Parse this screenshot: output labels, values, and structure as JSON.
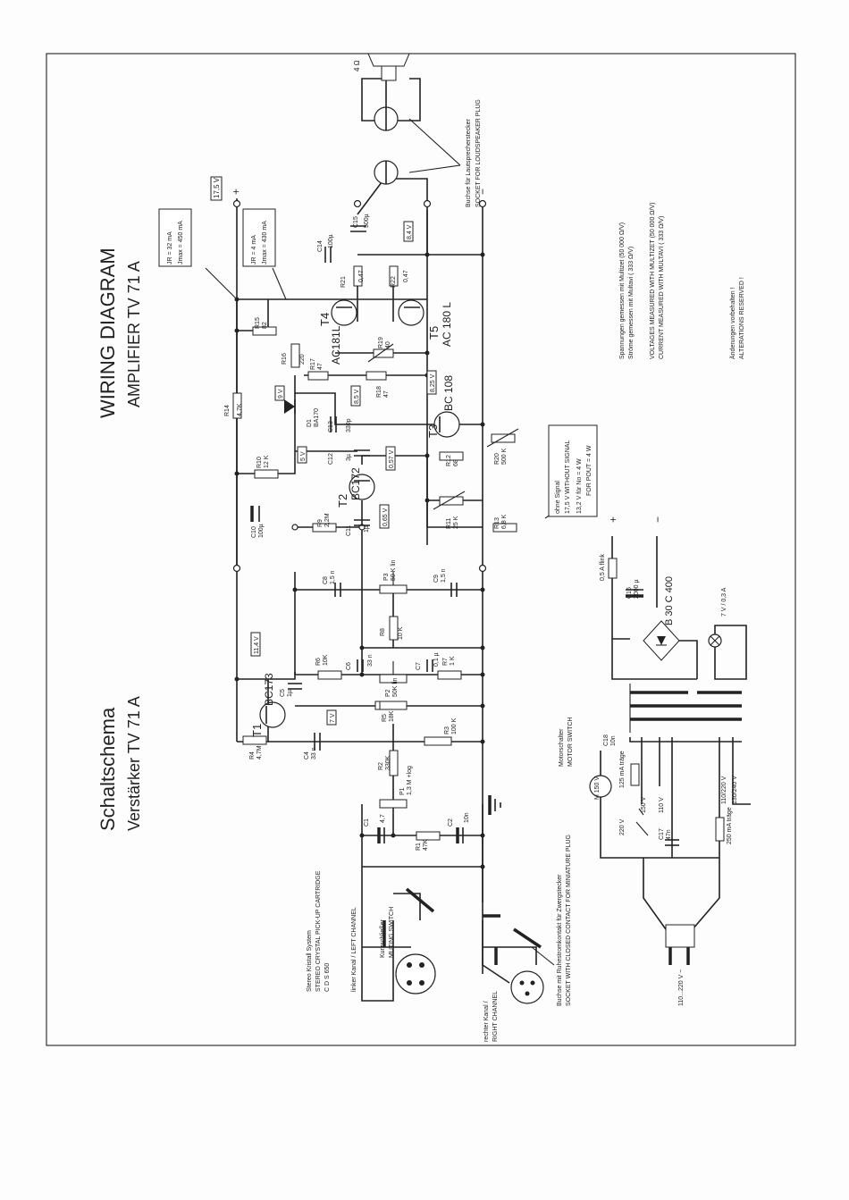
{
  "titles": {
    "de_title": "Schaltschema",
    "de_subtitle": "Verstärker TV 71 A",
    "en_title": "WIRING DIAGRAM",
    "en_subtitle": "AMPLIFIER TV 71 A"
  },
  "notes": {
    "measure_de_1": "Spannungen gemessen mit Multizet (50 000 Ω/V)",
    "measure_de_2": "Ströme gemessen mit Multavi ( 333 Ω/V)",
    "measure_en_1": "VOLTAGES MEASURED WITH MULTIZET (50 000 Ω/V)",
    "measure_en_2": "CURRENT MEASURED WITH MULTAVI ( 333 Ω/V)",
    "alter_de": "Änderungen vorbehalten !",
    "alter_en": "ALTERATIONS RESERVED !",
    "signal_1": "ohne Signal",
    "signal_2": "17,5 V WITHOUT SIGNAL",
    "signal_3": "13,2 V für No = 4 W",
    "signal_4": "FOR POUT = 4 W",
    "current_1a": "JR = 32 mA",
    "current_1b": "Jmax = 450 mA",
    "current_2a": "JR = 4 mA",
    "current_2b": "Jmax = 430 mA",
    "speaker_de": "Buchse für Lautsprecherstecker",
    "speaker_en": "SOCKET FOR LOUDSPEAKER PLUG",
    "speaker_ohm": "4 Ω",
    "input_1": "Stereo Kristall System",
    "input_2": "STEREO CRYSTAL PICK-UP CARTRIDGE",
    "input_3": "C D S 650",
    "left_channel": "linker Kanal / LEFT CHANNEL",
    "right_channel_1": "rechter Kanal /",
    "right_channel_2": "RIGHT CHANNEL",
    "muting_1": "Kurzschließer",
    "muting_2": "MUTING SWITCH",
    "socket_1": "Buchse mit Ruhestromkontakt für Zwergstecker",
    "socket_2": "SOCKET WITH CLOSED CONTACT FOR MINIATURE PLUG",
    "motor_1": "Motorschalter",
    "motor_2": "MOTOR SWITCH",
    "mains": "110...220 V ~"
  },
  "rail_labels": {
    "v_plus": "17,5 V",
    "plus": "+",
    "minus": "−",
    "supply_plus": "+",
    "supply_minus": "−"
  },
  "transistors": [
    {
      "ref": "T1",
      "type": "BC173"
    },
    {
      "ref": "T2",
      "type": "BC172"
    },
    {
      "ref": "T3",
      "type": "BC 108"
    },
    {
      "ref": "T4",
      "type": "AC181L"
    },
    {
      "ref": "T5",
      "type": "AC 180 L"
    }
  ],
  "components": [
    {
      "ref": "R4",
      "value": "4,7M"
    },
    {
      "ref": "C4",
      "value": "33 n"
    },
    {
      "ref": "C5",
      "value": "1µ"
    },
    {
      "ref": "R5",
      "value": "18K"
    },
    {
      "ref": "R3",
      "value": "100 K"
    },
    {
      "ref": "R2",
      "value": "330K"
    },
    {
      "ref": "P1",
      "value": "1,3 M +log"
    },
    {
      "ref": "C1",
      "value": "4,7"
    },
    {
      "ref": "R1",
      "value": "47K"
    },
    {
      "ref": "C2",
      "value": "10n"
    },
    {
      "ref": "R6",
      "value": "10K"
    },
    {
      "ref": "C6",
      "value": "33 n"
    },
    {
      "ref": "P2",
      "value": "50K lin"
    },
    {
      "ref": "C7",
      "value": "0,1 µ"
    },
    {
      "ref": "R7",
      "value": "1 K"
    },
    {
      "ref": "R8",
      "value": "10 K"
    },
    {
      "ref": "C8",
      "value": "1,5 n"
    },
    {
      "ref": "P3",
      "value": "50 K lin"
    },
    {
      "ref": "C9",
      "value": "1,5 n"
    },
    {
      "ref": "C10",
      "value": "100µ"
    },
    {
      "ref": "R9",
      "value": "2,2M"
    },
    {
      "ref": "C11",
      "value": "1µ"
    },
    {
      "ref": "R10",
      "value": "12 K"
    },
    {
      "ref": "C12",
      "value": "3µ"
    },
    {
      "ref": "R11",
      "value": "25 K"
    },
    {
      "ref": "R12",
      "value": "68"
    },
    {
      "ref": "R13",
      "value": "6,8 K"
    },
    {
      "ref": "R20",
      "value": "500 K"
    },
    {
      "ref": "R14",
      "value": "4,7K"
    },
    {
      "ref": "D1",
      "value": "BA170"
    },
    {
      "ref": "C13",
      "value": "330p"
    },
    {
      "ref": "R16",
      "value": "220"
    },
    {
      "ref": "R17",
      "value": "47"
    },
    {
      "ref": "R18",
      "value": "47"
    },
    {
      "ref": "R19",
      "value": "40"
    },
    {
      "ref": "R15",
      "value": "82"
    },
    {
      "ref": "R21",
      "value": "0,47"
    },
    {
      "ref": "R22",
      "value": "0,47"
    },
    {
      "ref": "C14",
      "value": "100µ"
    },
    {
      "ref": "C15",
      "value": "500µ"
    },
    {
      "ref": "C16",
      "value": "2000 µ"
    },
    {
      "ref": "C17",
      "value": "47n"
    },
    {
      "ref": "C18",
      "value": "10n"
    }
  ],
  "voltages": [
    "11,4 V",
    "7 V",
    "5 V",
    "0,57 V",
    "0,65 V",
    "9 V",
    "8,5 V",
    "8,25 V",
    "8,4 V"
  ],
  "power": {
    "rectifier": "B 30 C 400",
    "fuse1": "0,5 A flink",
    "fuse2": "125 mA träge",
    "fuse3": "250 mA träge",
    "lamp": "7 V / 0,3 A",
    "motor": "M 150 V",
    "tap_220": "220 V",
    "tap_150": "150 V",
    "tap_110": "110 V",
    "sel_1": "110/220 V",
    "sel_2": "130/240 V"
  }
}
